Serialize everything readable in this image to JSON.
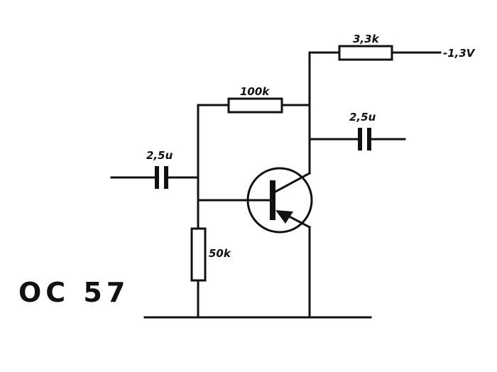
{
  "labels": {
    "r_collector": "3,3k",
    "supply": "-1,3V",
    "r_feedback": "100k",
    "c_output": "2,5u",
    "c_input": "2,5u",
    "r_base": "50k"
  },
  "part_number": "OC 57",
  "colors": {
    "ink": "#111111",
    "paper": "#ffffff"
  }
}
